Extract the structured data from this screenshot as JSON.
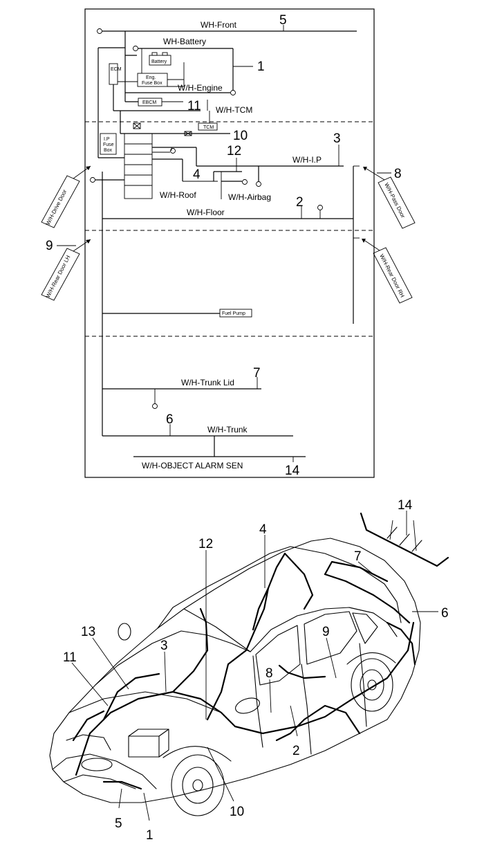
{
  "schematic": {
    "labels": {
      "front": "WH-Front",
      "battery": "WH-Battery",
      "engine": "W/H-Engine",
      "tcm": "W/H-TCM",
      "ip": "W/H-I.P",
      "roof": "W/H-Roof",
      "airbag": "W/H-Airbag",
      "floor": "W/H-Floor",
      "trunk_lid": "W/H-Trunk Lid",
      "trunk": "W/H-Trunk",
      "object_alarm": "W/H-OBJECT ALARM SEN"
    },
    "boxes": {
      "battery": "Battery",
      "eng_fuse_1": "Eng.",
      "eng_fuse_2": "Fuse Box",
      "ecm": "ECM",
      "ebcm": "EBCM",
      "tcm": "TCM",
      "ip_fuse_1": "I.P",
      "ip_fuse_2": "Fuse",
      "ip_fuse_3": "Box",
      "fuel_pump": "Fuel Pump"
    },
    "doors": {
      "drive": "W/H-Drive Door",
      "rear_lh": "W/H-Rear Door LH",
      "pass": "W/H-Pass Door",
      "rear_rh": "W/H-Rear Door RH"
    },
    "numbers": {
      "n5": "5",
      "n1": "1",
      "n11": "11",
      "n10": "10",
      "n3": "3",
      "n12": "12",
      "n4": "4",
      "n8": "8",
      "n2": "2",
      "n9": "9",
      "n7": "7",
      "n6": "6",
      "n14": "14"
    }
  },
  "illustration": {
    "callouts": {
      "c14": "14",
      "c4": "4",
      "c12": "12",
      "c7": "7",
      "c6": "6",
      "c13": "13",
      "c3": "3",
      "c9": "9",
      "c11": "11",
      "c8": "8",
      "c2": "2",
      "c10": "10",
      "c5": "5",
      "c1": "1"
    }
  }
}
